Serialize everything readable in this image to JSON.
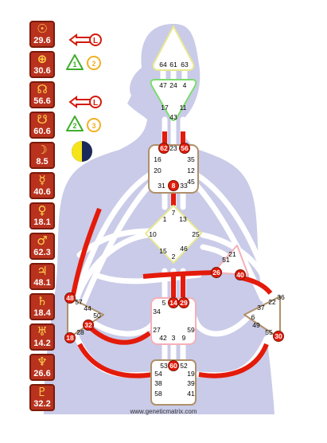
{
  "planets": [
    {
      "symbol": "☉",
      "name": "sun-icon",
      "value": "29.6"
    },
    {
      "symbol": "⊕",
      "name": "earth-icon",
      "value": "30.6"
    },
    {
      "symbol": "☊",
      "name": "north-node-icon",
      "value": "56.6"
    },
    {
      "symbol": "☋",
      "name": "south-node-icon",
      "value": "60.6"
    },
    {
      "symbol": "☽",
      "name": "moon-icon",
      "value": "8.5"
    },
    {
      "symbol": "☿",
      "name": "mercury-icon",
      "value": "40.6"
    },
    {
      "symbol": "♀",
      "name": "venus-icon",
      "value": "18.1"
    },
    {
      "symbol": "♂",
      "name": "mars-icon",
      "value": "62.3"
    },
    {
      "symbol": "♃",
      "name": "jupiter-icon",
      "value": "48.1"
    },
    {
      "symbol": "♄",
      "name": "saturn-icon",
      "value": "18.4"
    },
    {
      "symbol": "♅",
      "name": "uranus-icon",
      "value": "14.2"
    },
    {
      "symbol": "♆",
      "name": "neptune-icon",
      "value": "26.6"
    },
    {
      "symbol": "♇",
      "name": "pluto-icon",
      "value": "32.2"
    }
  ],
  "arrows": {
    "top": "L",
    "bottom": "L"
  },
  "triangles": {
    "top": [
      "1",
      "2"
    ],
    "bottom": [
      "2",
      "3"
    ]
  },
  "colors": {
    "defined": "#e41a0a",
    "body": "#c9cbe8",
    "centerBorder": "#b0906a",
    "ring": "#7a1a0a"
  },
  "centers": {
    "head": [
      "64",
      "61",
      "63"
    ],
    "ajna": [
      "47",
      "24",
      "4",
      "17",
      "11",
      "43"
    ],
    "throat": [
      "62",
      "23",
      "56",
      "16",
      "35",
      "20",
      "12",
      "45",
      "31",
      "8",
      "33"
    ],
    "g": [
      "1",
      "7",
      "13",
      "10",
      "25",
      "15",
      "46",
      "2"
    ],
    "heart": [
      "21",
      "51",
      "26",
      "40"
    ],
    "sacral": [
      "5",
      "14",
      "29",
      "34",
      "27",
      "59",
      "42",
      "3",
      "9"
    ],
    "spleen": [
      "48",
      "57",
      "44",
      "50",
      "32",
      "28",
      "18"
    ],
    "solar": [
      "36",
      "22",
      "37",
      "6",
      "49",
      "55",
      "30"
    ],
    "root": [
      "53",
      "60",
      "52",
      "54",
      "19",
      "38",
      "39",
      "58",
      "41"
    ]
  },
  "footer": "www.geneticmatrix.com"
}
